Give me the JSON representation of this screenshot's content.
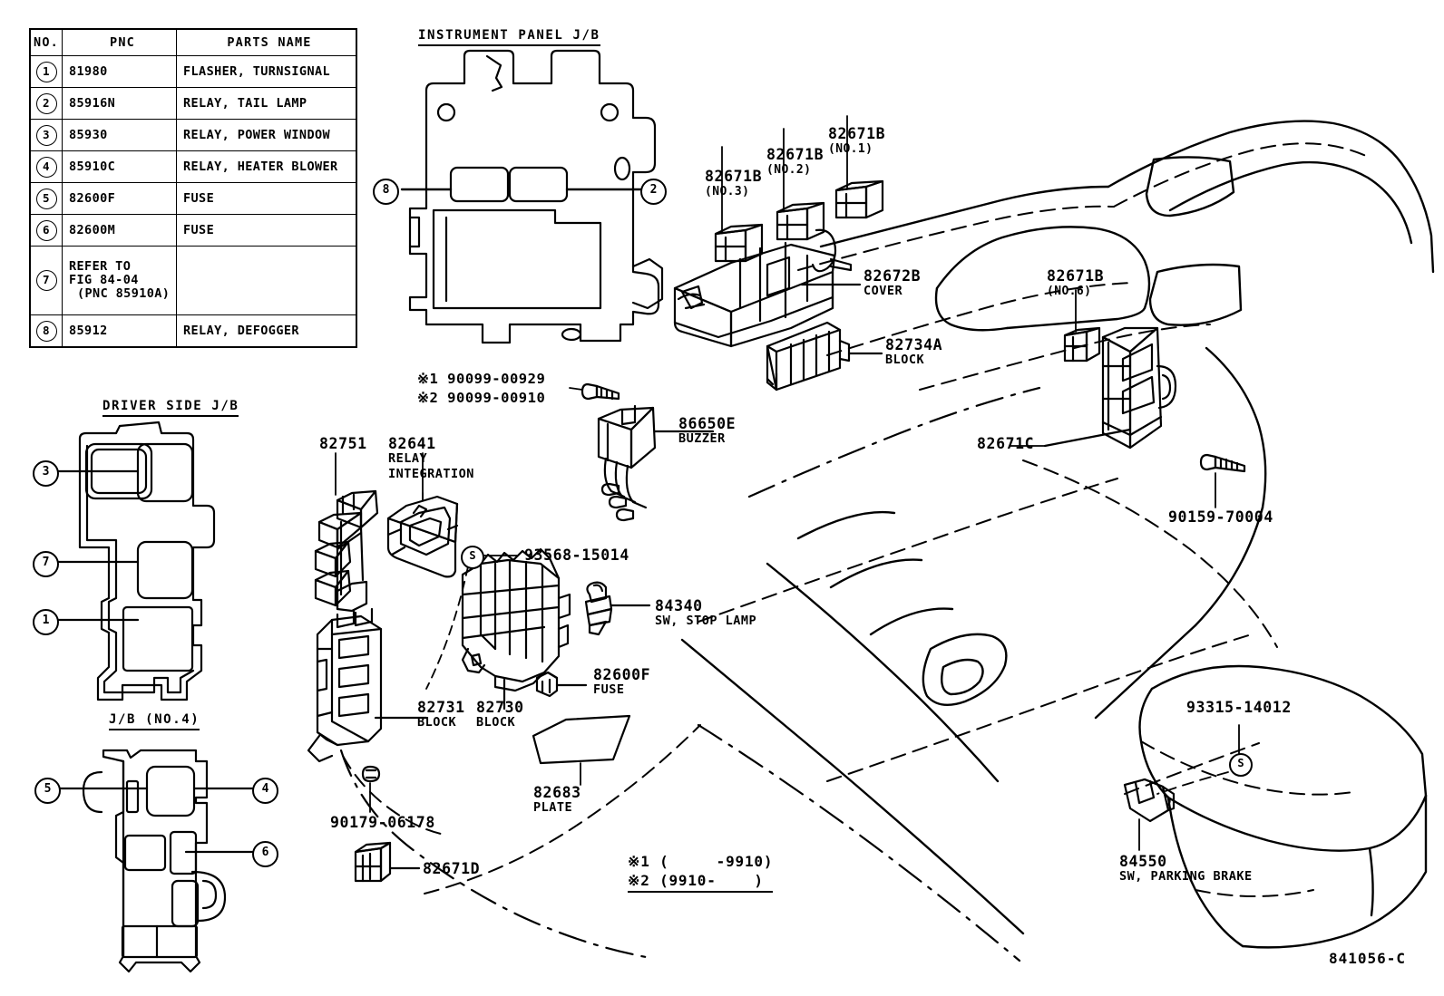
{
  "figure": {
    "id": "841056-C",
    "parts_table": {
      "headers": [
        "NO.",
        "PNC",
        "PARTS NAME"
      ],
      "rows": [
        {
          "no": "1",
          "pnc": "81980",
          "name": "FLASHER, TURNSIGNAL"
        },
        {
          "no": "2",
          "pnc": "85916N",
          "name": "RELAY, TAIL LAMP"
        },
        {
          "no": "3",
          "pnc": "85930",
          "name": "RELAY, POWER WINDOW"
        },
        {
          "no": "4",
          "pnc": "85910C",
          "name": "RELAY, HEATER BLOWER"
        },
        {
          "no": "5",
          "pnc": "82600F",
          "name": "FUSE"
        },
        {
          "no": "6",
          "pnc": "82600M",
          "name": "FUSE"
        },
        {
          "no": "7",
          "pnc": "REFER TO",
          "pnc_line2": "FIG 84-04",
          "pnc_line3": "(PNC 85910A)",
          "name": ""
        },
        {
          "no": "8",
          "pnc": "85912",
          "name": "RELAY, DEFOGGER"
        }
      ]
    },
    "sections": {
      "instrument_panel_jb": {
        "title": "INSTRUMENT PANEL J/B",
        "callouts": [
          "8",
          "2"
        ]
      },
      "driver_side_jb": {
        "title": "DRIVER SIDE J/B",
        "callouts": [
          "3",
          "7",
          "1"
        ]
      },
      "jb_no4": {
        "title": "J/B  (NO.4)",
        "callouts": [
          "5",
          "4",
          "6"
        ]
      }
    },
    "labels": [
      {
        "id": "l_82671b_3",
        "code": "82671B",
        "sub": "(NO.3)"
      },
      {
        "id": "l_82671b_2",
        "code": "82671B",
        "sub": "(NO.2)"
      },
      {
        "id": "l_82671b_1",
        "code": "82671B",
        "sub": "(NO.1)"
      },
      {
        "id": "l_82672b",
        "code": "82672B",
        "sub": "COVER"
      },
      {
        "id": "l_82734a",
        "code": "82734A",
        "sub": "BLOCK"
      },
      {
        "id": "l_82671b_6",
        "code": "82671B",
        "sub": "(NO.6)"
      },
      {
        "id": "l_82671c",
        "code": "82671C",
        "sub": ""
      },
      {
        "id": "l_90159",
        "code": "90159-70004",
        "sub": ""
      },
      {
        "id": "l_86650e",
        "code": "86650E",
        "sub": "BUZZER"
      },
      {
        "id": "l_82751",
        "code": "82751",
        "sub": ""
      },
      {
        "id": "l_82641",
        "code": "82641",
        "sub": "RELAY",
        "sub3": "INTEGRATION"
      },
      {
        "id": "l_93568",
        "code": "93568-15014",
        "sub": ""
      },
      {
        "id": "l_84340",
        "code": "84340",
        "sub": "SW, STOP LAMP"
      },
      {
        "id": "l_82600f",
        "code": "82600F",
        "sub": "FUSE"
      },
      {
        "id": "l_82731",
        "code": "82731",
        "sub": "BLOCK"
      },
      {
        "id": "l_82730",
        "code": "82730",
        "sub": "BLOCK"
      },
      {
        "id": "l_82683",
        "code": "82683",
        "sub": "PLATE"
      },
      {
        "id": "l_90179",
        "code": "90179-06178",
        "sub": ""
      },
      {
        "id": "l_82671d",
        "code": "82671D",
        "sub": ""
      },
      {
        "id": "l_93315",
        "code": "93315-14012",
        "sub": ""
      },
      {
        "id": "l_84550",
        "code": "84550",
        "sub": "SW, PARKING BRAKE"
      }
    ],
    "bolt_notes": {
      "note1": "※1 90099-00929",
      "note2": "※2 90099-00910"
    },
    "date_legend": "※1 (     -9910)\n※2 (9910-    )",
    "screw_markers": {
      "s1": "S",
      "s2": "S"
    }
  }
}
